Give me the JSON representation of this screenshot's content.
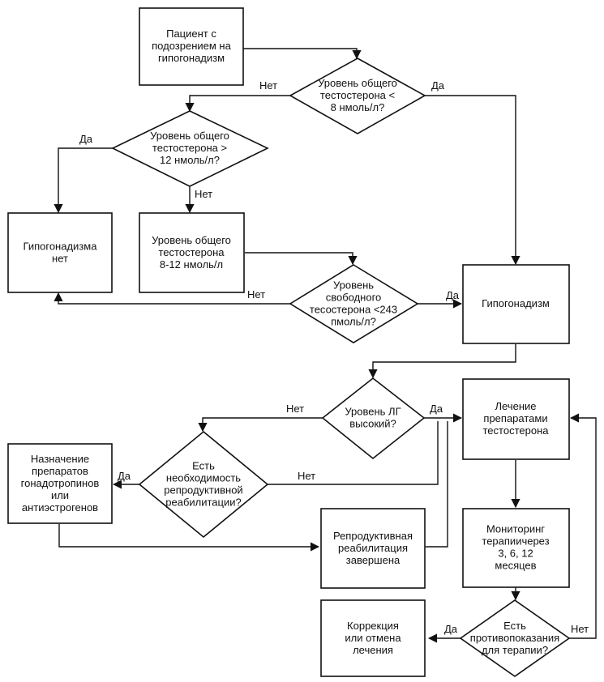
{
  "nodes": {
    "patient_suspected": "Пациент с подозрением на гипогонадизм",
    "total_t_lt8": "Уровень общего тестостерона < 8 нмоль/л?",
    "total_t_gt12": "Уровень общего тестостерона > 12 нмоль/л?",
    "no_hypogonadism": "Гипогонадизма нет",
    "total_t_8_12": "Уровень общего тестостерона 8-12 нмоль/л",
    "free_t_lt243": "Уровень свободного тесостерона <243 пмоль/л?",
    "hypogonadism": "Гипогонадизм",
    "lh_high": "Уровень ЛГ высокий?",
    "testosterone_treatment": "Лечение препаратами тестостерона",
    "reproductive_need": "Есть необходимость репродуктивной реабилитации?",
    "gonadotropins": "Назначение препаратов гонадотропинов или антиэстрогенов",
    "reproductive_done": "Репродуктивная реабилитация завершена",
    "monitoring": "Мониторинг терапиичерез 3, 6, 12 месяцев",
    "contraindications": "Есть противопоказания для терапии?",
    "correction": "Коррекция или отмена лечения"
  },
  "labels": {
    "yes": "Да",
    "no": "Нет"
  }
}
